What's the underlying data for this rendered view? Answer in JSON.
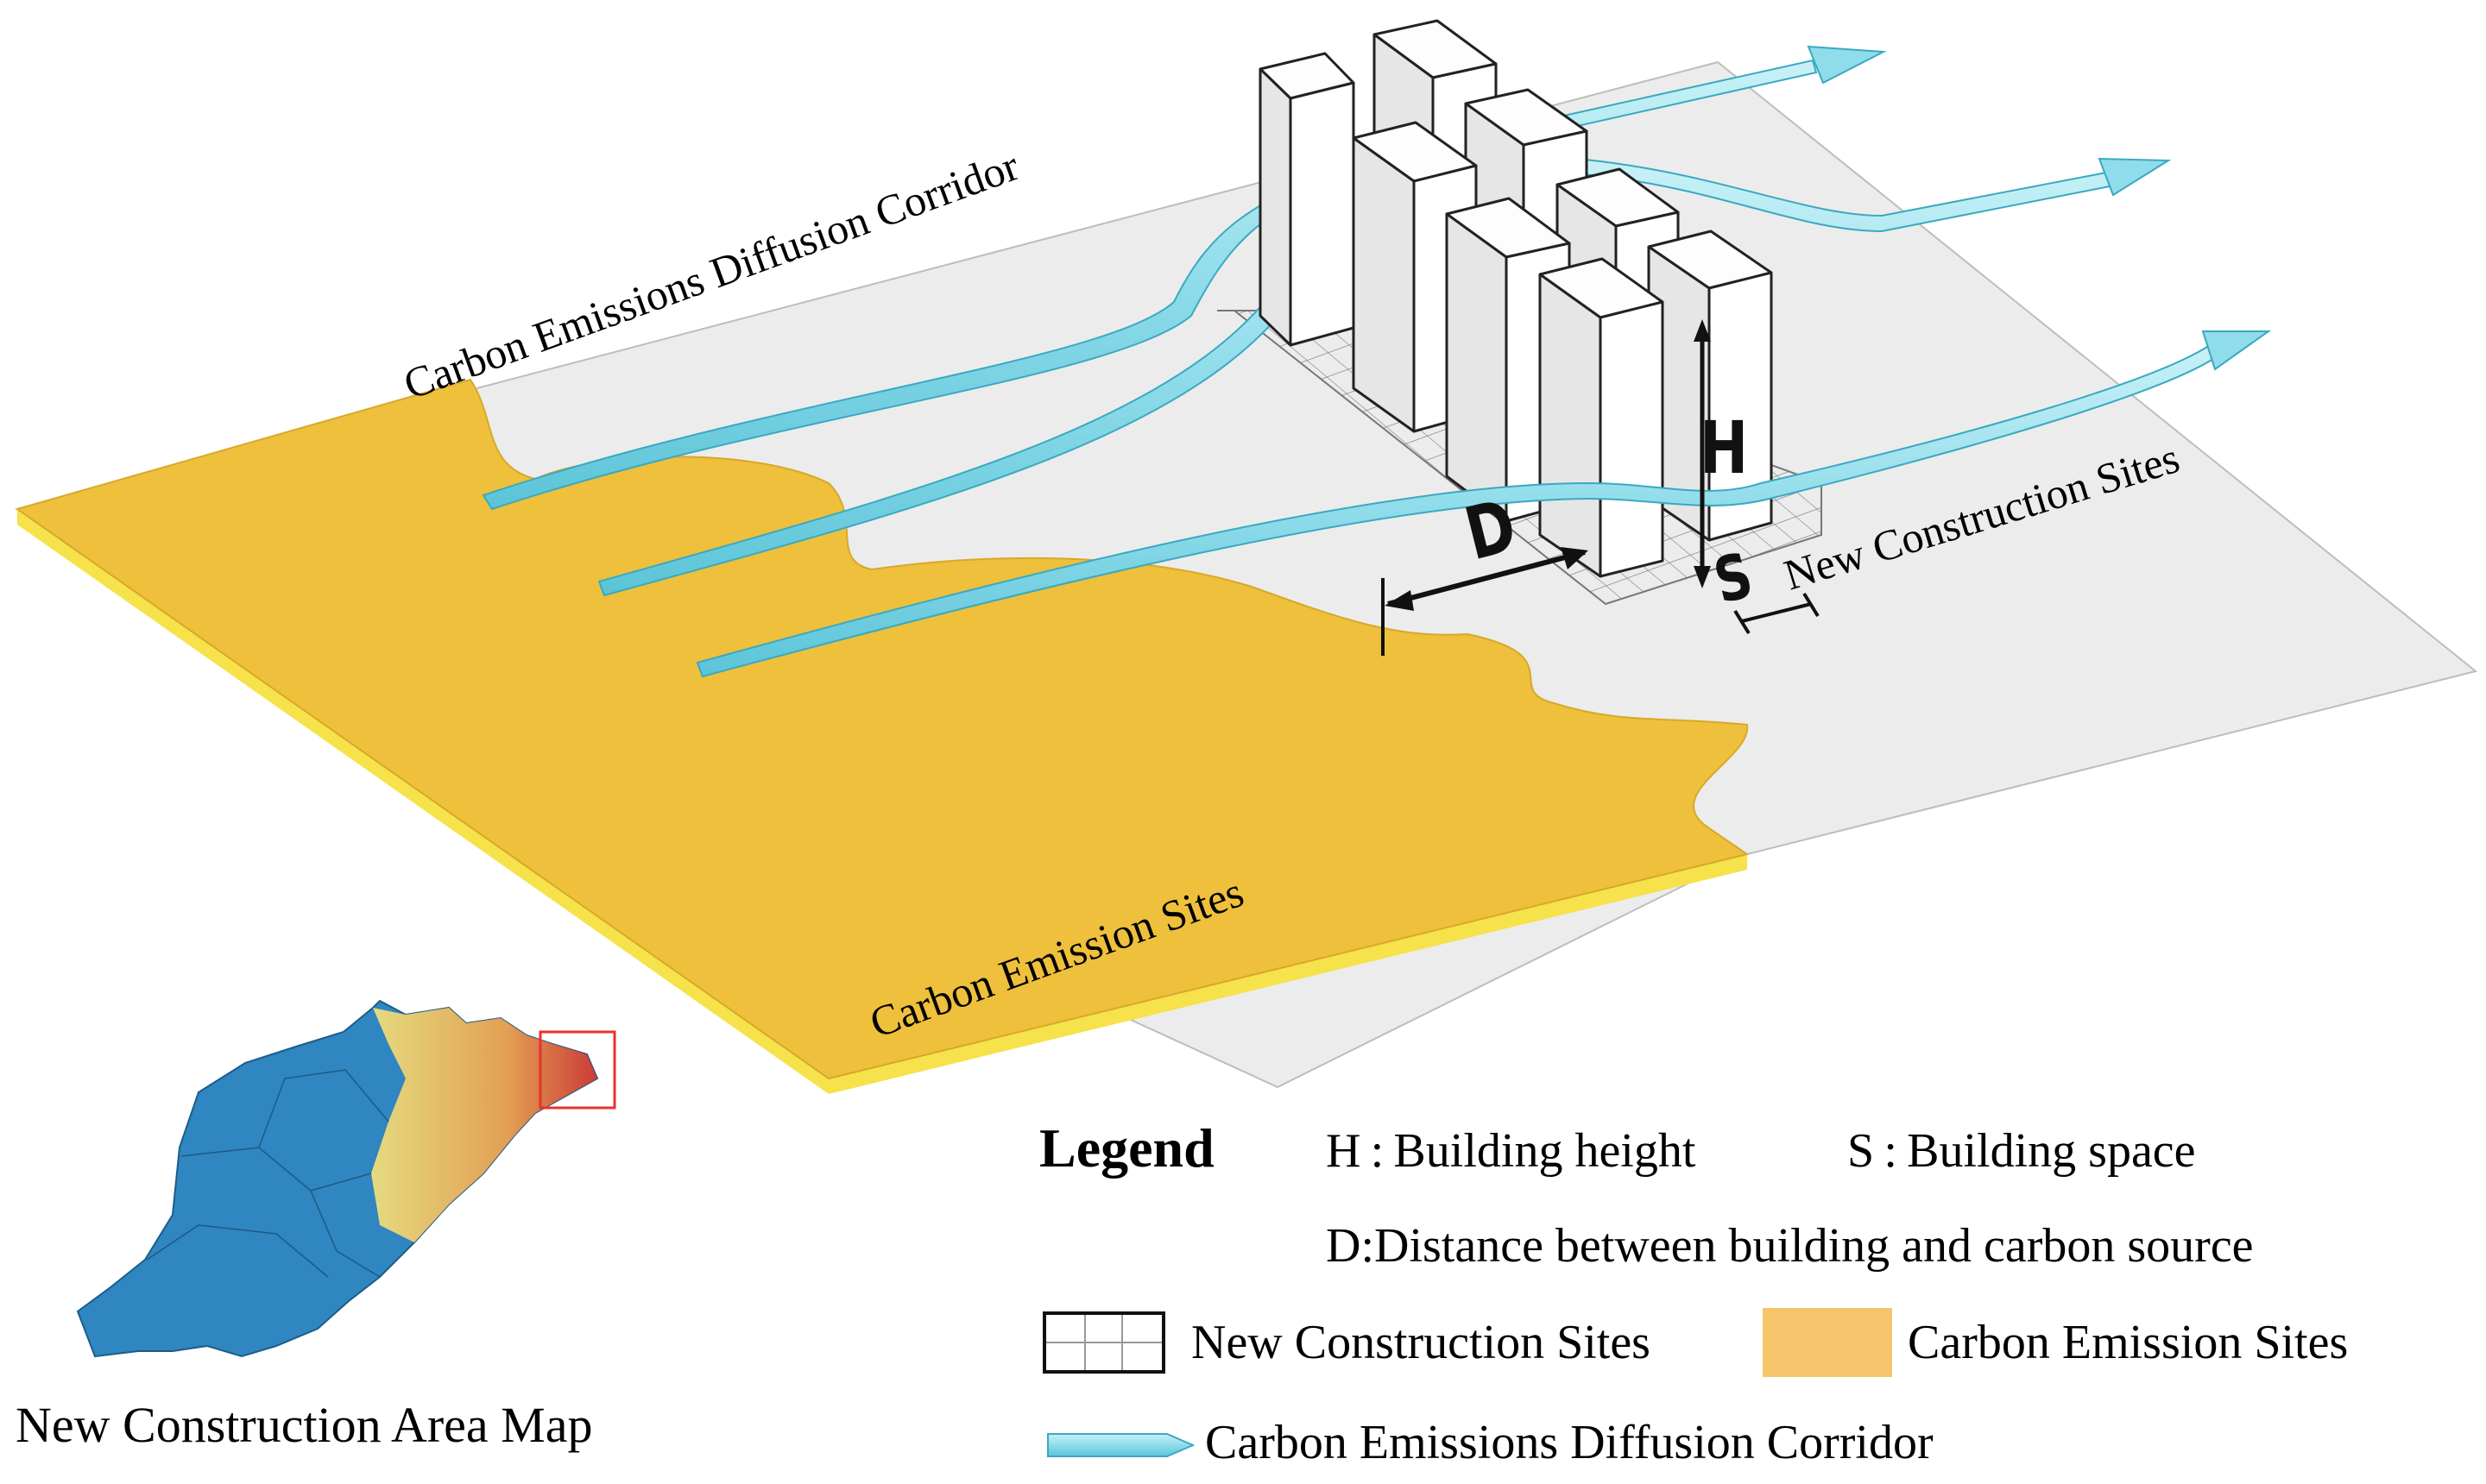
{
  "diagram": {
    "labels": {
      "corridor": "Carbon Emissions Diffusion Corridor",
      "new_construction_sites": "New Construction Sites",
      "carbon_emission_sites": "Carbon Emission Sites",
      "map_title": "New Construction Area Map"
    },
    "dimensions": {
      "h": "H",
      "d": "D",
      "s": "S"
    },
    "colors": {
      "carbon_site": "#eec03b",
      "carbon_site_edge": "#f6e24a",
      "ground": "#ececec",
      "corridor": "#8fdcea",
      "corridor_edge": "#3aa9c0",
      "building_face": "#ffffff",
      "building_side": "#f4f4f4",
      "map_blue": "#2f86c0",
      "inset_box": "#e8322f"
    }
  },
  "legend": {
    "title": "Legend",
    "h": "H : Building height",
    "s": "S : Building space",
    "d": "D:Distance between building and carbon source",
    "new_construction_sites": "New Construction Sites",
    "carbon_emission_sites": "Carbon Emission Sites",
    "corridor": "Carbon Emissions Diffusion Corridor",
    "swatch_carbon": "#f6c56b"
  }
}
